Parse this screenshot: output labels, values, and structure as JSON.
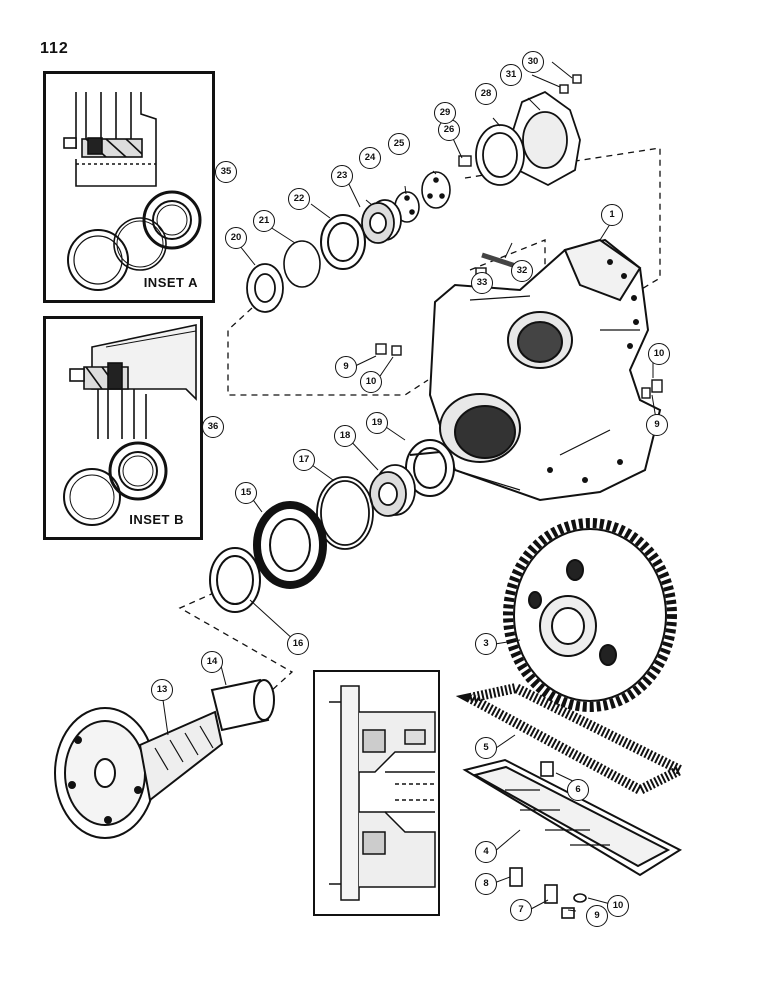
{
  "page": {
    "number": "112"
  },
  "insets": [
    {
      "id": "inset-a",
      "label": "INSET A",
      "callout": "35"
    },
    {
      "id": "inset-b",
      "label": "INSET B",
      "callout": "36"
    }
  ],
  "callouts": [
    "1",
    "3",
    "4",
    "5",
    "6",
    "7",
    "8",
    "9",
    "9",
    "9",
    "10",
    "10",
    "10",
    "13",
    "14",
    "15",
    "16",
    "17",
    "18",
    "19",
    "20",
    "21",
    "22",
    "23",
    "24",
    "25",
    "26",
    "28",
    "29",
    "30",
    "31",
    "32",
    "33",
    "35",
    "36"
  ]
}
